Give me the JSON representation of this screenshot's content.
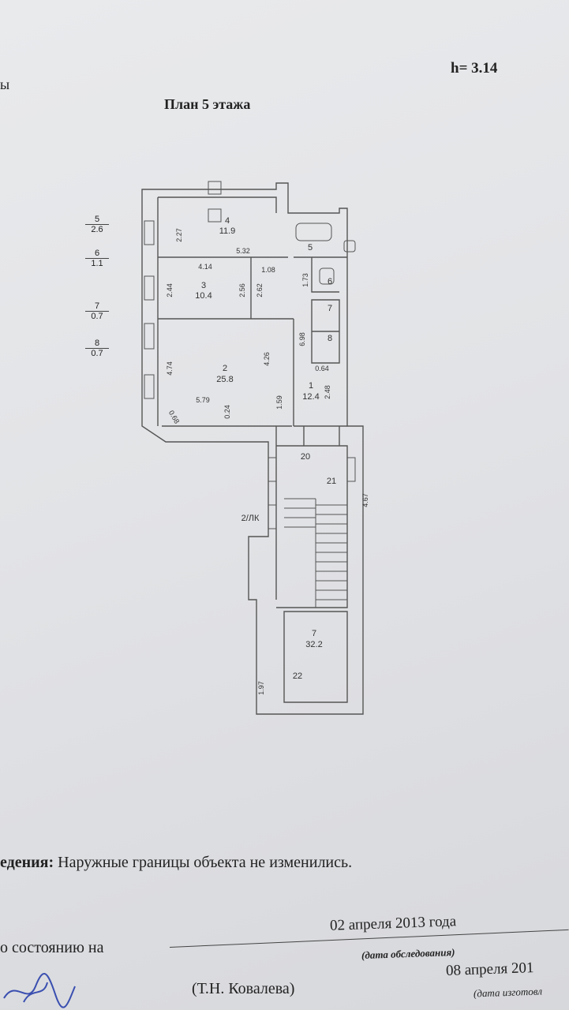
{
  "header": {
    "left_fragment": "ы",
    "height_label": "h= 3.14",
    "title": "План 5 этажа"
  },
  "legend": [
    {
      "num": "5",
      "area": "2.6"
    },
    {
      "num": "6",
      "area": "1.1"
    },
    {
      "num": "7",
      "area": "0.7"
    },
    {
      "num": "8",
      "area": "0.7"
    }
  ],
  "plan": {
    "rooms": [
      {
        "num": "4",
        "area": "11.9"
      },
      {
        "num": "3",
        "area": "10.4"
      },
      {
        "num": "2",
        "area": "25.8"
      },
      {
        "num": "1",
        "area": "12.4"
      },
      {
        "num": "7",
        "area": "32.2"
      }
    ],
    "small_rooms": [
      "5",
      "6",
      "7",
      "8"
    ],
    "stair_labels": {
      "a": "20",
      "b": "21",
      "c": "22",
      "ll": "2/ЛК"
    },
    "dims": {
      "d227": "2.27",
      "d532": "5.32",
      "d414": "4.14",
      "d108": "1.08",
      "d244": "2.44",
      "d256": "2.56",
      "d262": "2.62",
      "d474": "4.74",
      "d426": "4.26",
      "d579": "5.79",
      "d068": "0.68",
      "d024": "0.24",
      "d159": "1.59",
      "d173": "1.73",
      "d698": "6.98",
      "d064": "0.64",
      "d248": "2.48",
      "d467": "4.67",
      "d197": "1.97"
    }
  },
  "footer": {
    "info_label": "едения:",
    "info_text": "Наружные границы объекта не изменились.",
    "state_label": "о состоянию на",
    "survey_date": "02 апреля 2013 года",
    "survey_caption": "(дата обследования)",
    "made_date": "08 апреля 201",
    "made_caption": "(дата изготовл",
    "person": "(Т.Н. Ковалева)"
  }
}
